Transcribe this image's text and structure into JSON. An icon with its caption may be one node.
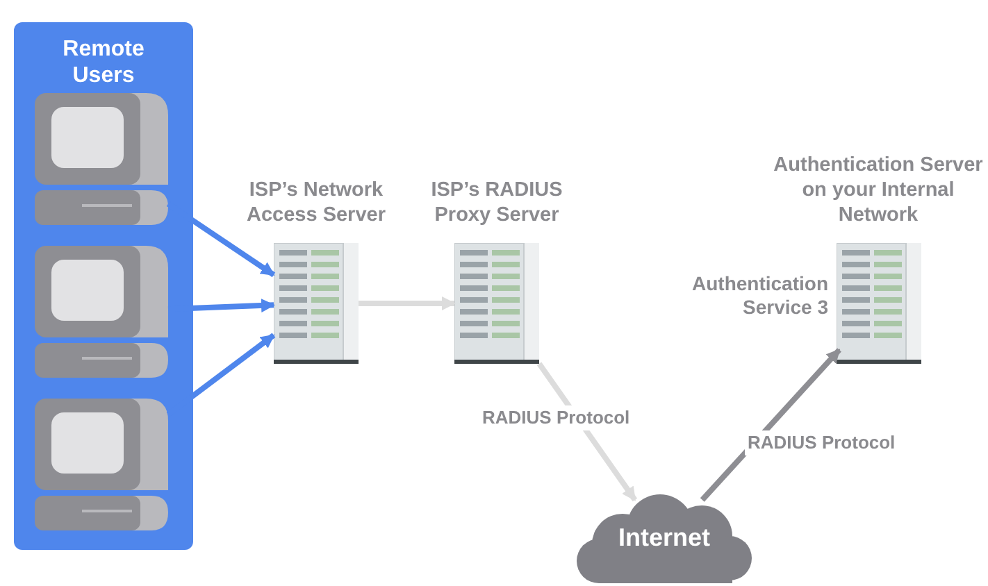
{
  "diagram": {
    "nodes": [
      {
        "text": [
          "Remote Users"
        ]
      },
      {
        "text": [],
        "shape": "computer",
        "in": 0
      },
      {
        "text": [],
        "shape": "computer",
        "in": 0
      },
      {
        "text": [],
        "shape": "computer",
        "in": 0
      },
      {
        "text": [
          "ISP’s Network Access Server"
        ]
      },
      {
        "text": [
          "ISP’s RADIUS Proxy Server"
        ]
      },
      {
        "text": [
          "Internet"
        ]
      },
      {
        "text": [
          "Authentication Server on your Internal Network"
        ],
        "beside": [
          "Authentication Service 3"
        ]
      }
    ],
    "edges": [
      {
        "from": 1,
        "to": 4,
        "arrow": "to"
      },
      {
        "from": 2,
        "to": 4,
        "arrow": "to"
      },
      {
        "from": 3,
        "to": 4,
        "arrow": "to"
      },
      {
        "from": 4,
        "to": 5,
        "arrow": "to",
        "color": "#dcdcdc"
      },
      {
        "from": 5,
        "to": 6,
        "arrow": "to",
        "label": "RADIUS Protocol",
        "color": "#dcdcdc"
      },
      {
        "from": 6,
        "to": 7,
        "arrow": "to",
        "label": "RADIUS Protocol",
        "color": "#8e8e93"
      }
    ]
  }
}
